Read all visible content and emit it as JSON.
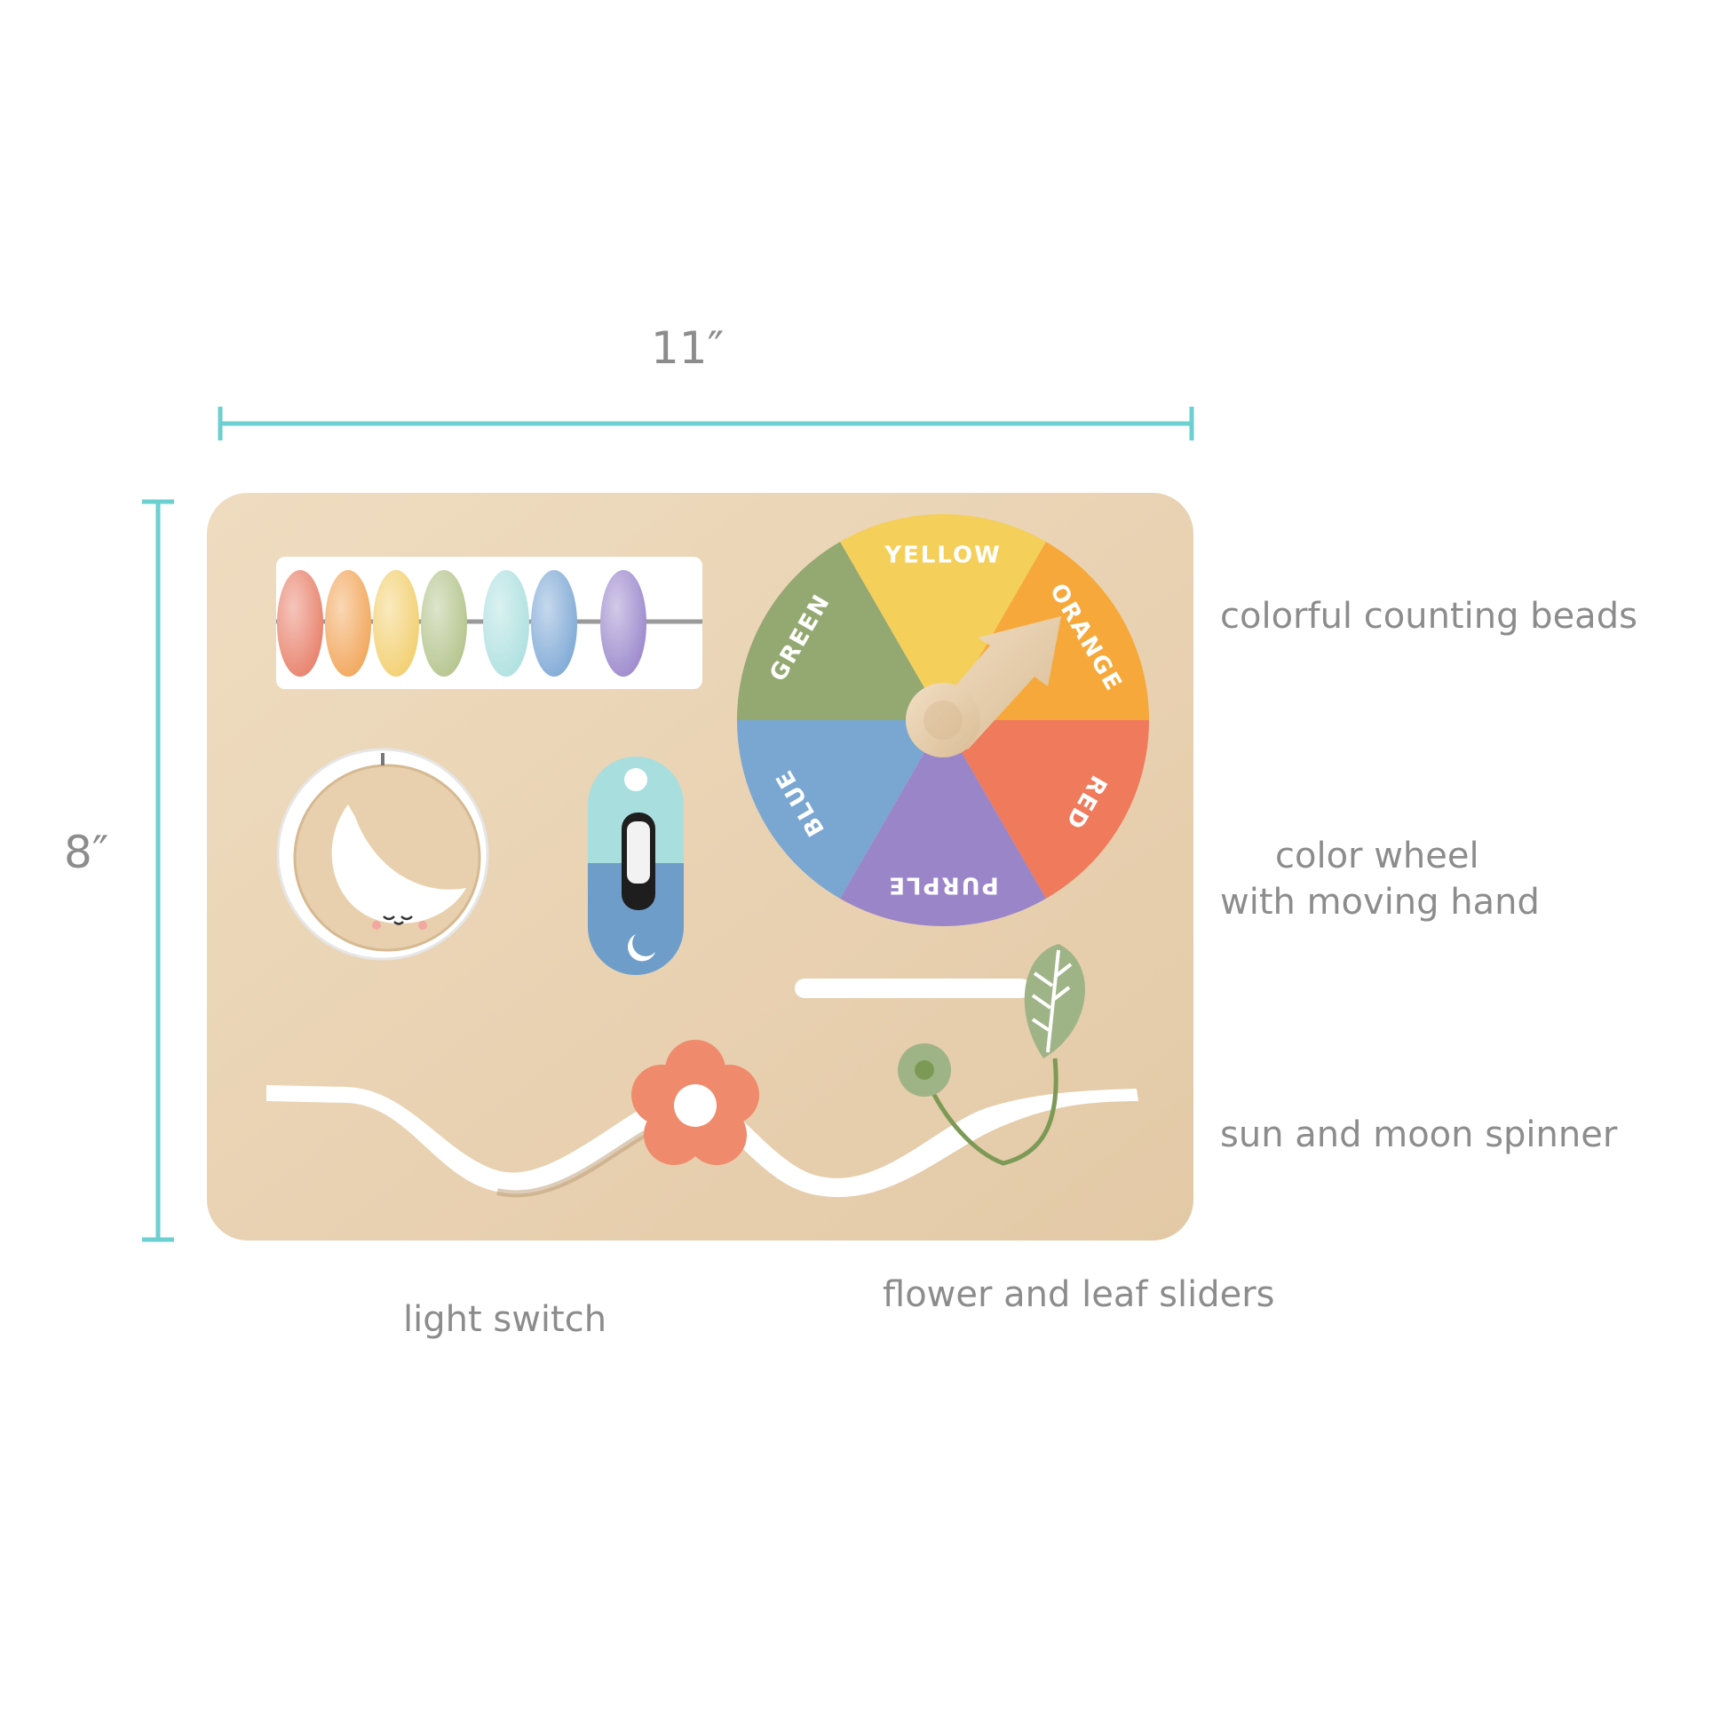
{
  "dimensions": {
    "width_label": "11″",
    "height_label": "8″"
  },
  "features": {
    "beads": "colorful counting beads",
    "wheel_line1": "color wheel",
    "wheel_line2": "with moving hand",
    "spinner": "sun and moon spinner",
    "switch": "light switch",
    "sliders": "flower and leaf sliders"
  },
  "color_wheel": {
    "segments": [
      "YELLOW",
      "ORANGE",
      "RED",
      "PURPLE",
      "BLUE",
      "GREEN"
    ]
  },
  "bead_colors": [
    "#e8806a",
    "#f2a65a",
    "#f2cf6f",
    "#b4c48c",
    "#aee0e0",
    "#7fa9d6",
    "#9b88cc"
  ],
  "colors": {
    "accent_dimension_line": "#6ccfd0",
    "board_wood": "#e9d3b4",
    "wheel_yellow": "#f4cf5a",
    "wheel_orange": "#f6a93a",
    "wheel_red": "#ef7a5c",
    "wheel_purple": "#9b85c9",
    "wheel_blue": "#79a7d1",
    "wheel_green": "#94a872",
    "flower": "#f08a6c",
    "leaf": "#9fb486"
  }
}
